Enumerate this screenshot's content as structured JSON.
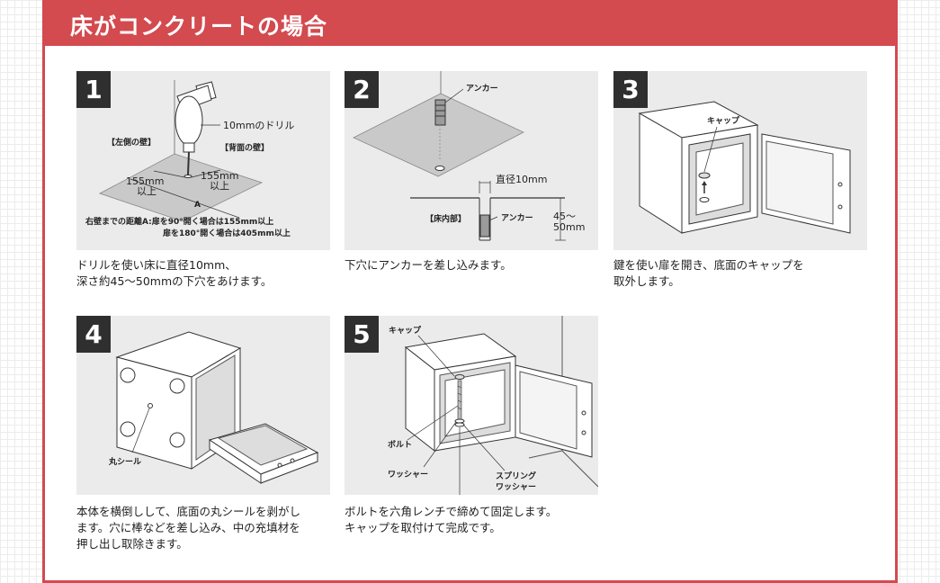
{
  "header": {
    "title": "床がコンクリートの場合"
  },
  "steps": [
    {
      "number": "1",
      "labels": {
        "drill": "10mmのドリル",
        "left_wall": "【左側の壁】",
        "back_wall": "【背面の壁】",
        "dist_left": "155mm\n以上",
        "dist_back": "155mm\n以上",
        "dist_left_l1": "155mm",
        "dist_left_l2": "以上",
        "dist_back_l1": "155mm",
        "dist_back_l2": "以上",
        "a": "A",
        "note_line1": "右壁までの距離A:扉を90°開く場合は155mm以上",
        "note_line2": "扉を180°開く場合は405mm以上"
      },
      "caption": "ドリルを使い床に直径10mm、\n深さ約45〜50mmの下穴をあけます。"
    },
    {
      "number": "2",
      "labels": {
        "anchor_top": "アンカー",
        "diameter": "直径10mm",
        "floor_inside": "【床内部】",
        "anchor_bottom": "アンカー",
        "depth_l1": "45〜",
        "depth_l2": "50mm"
      },
      "caption": "下穴にアンカーを差し込みます。"
    },
    {
      "number": "3",
      "labels": {
        "cap": "キャップ"
      },
      "caption": "鍵を使い扉を開き、底面のキャップを\n取外します。"
    },
    {
      "number": "4",
      "labels": {
        "round_seal": "丸シール"
      },
      "caption": "本体を横倒しして、底面の丸シールを剥がし\nます。穴に棒などを差し込み、中の充填材を\n押し出し取除きます。"
    },
    {
      "number": "5",
      "labels": {
        "cap": "キャップ",
        "bolt": "ボルト",
        "washer": "ワッシャー",
        "spring_washer_l1": "スプリング",
        "spring_washer_l2": "ワッシャー"
      },
      "caption": "ボルトを六角レンチで締めて固定します。\nキャップを取付けて完成です。"
    }
  ],
  "colors": {
    "accent": "#d34a4f",
    "panel_bg": "#ebebeb",
    "number_bg": "#2f2f2f"
  }
}
